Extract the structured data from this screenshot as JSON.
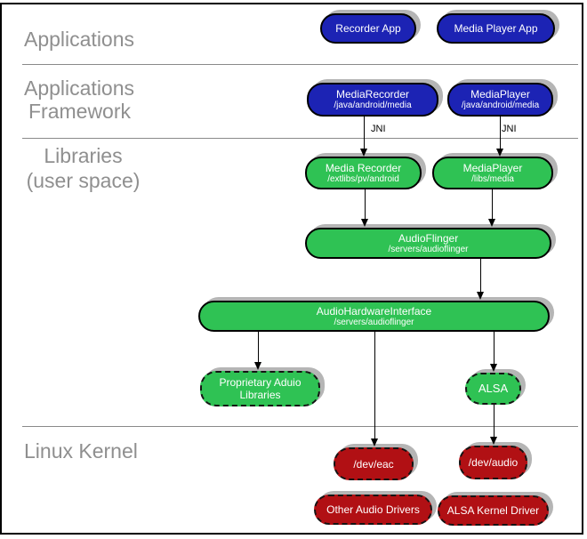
{
  "sections": {
    "applications": {
      "label": "Applications"
    },
    "framework": {
      "line1": "Applications",
      "line2": "Framework"
    },
    "libraries": {
      "line1": "Libraries",
      "line2": "(user space)"
    },
    "kernel": {
      "label": "Linux Kernel"
    }
  },
  "labels": {
    "jni_left": "JNI",
    "jni_right": "JNI"
  },
  "nodes": {
    "recorder_app": {
      "title": "Recorder App"
    },
    "media_player_app": {
      "title": "Media Player App"
    },
    "media_recorder_fw": {
      "title": "MediaRecorder",
      "subtitle": "/java/android/media"
    },
    "media_player_fw": {
      "title": "MediaPlayer",
      "subtitle": "/java/android/media"
    },
    "media_recorder_lib": {
      "title": "Media Recorder",
      "subtitle": "/extlibs/pv/android"
    },
    "media_player_lib": {
      "title": "MediaPlayer",
      "subtitle": "/libs/media"
    },
    "audioflinger": {
      "title": "AudioFlinger",
      "subtitle": "/servers/audioflinger"
    },
    "audio_hw_interface": {
      "title": "AudioHardwareInterface",
      "subtitle": "/servers/audioflinger"
    },
    "proprietary_libs": {
      "line1": "Proprietary Aduio",
      "line2": "Libraries"
    },
    "alsa": {
      "title": "ALSA"
    },
    "dev_eac": {
      "title": "/dev/eac"
    },
    "dev_audio": {
      "title": "/dev/audio"
    },
    "other_audio_drivers": {
      "title": "Other Audio Drivers"
    },
    "alsa_kernel_driver": {
      "title": "ALSA Kernel Driver"
    }
  },
  "colors": {
    "blue": "#1c23b4",
    "green": "#2fc254",
    "red": "#b11014",
    "shadow": "#b5b5b5",
    "label_gray": "#8f8f8f",
    "divider_gray": "#8a8a8a"
  }
}
